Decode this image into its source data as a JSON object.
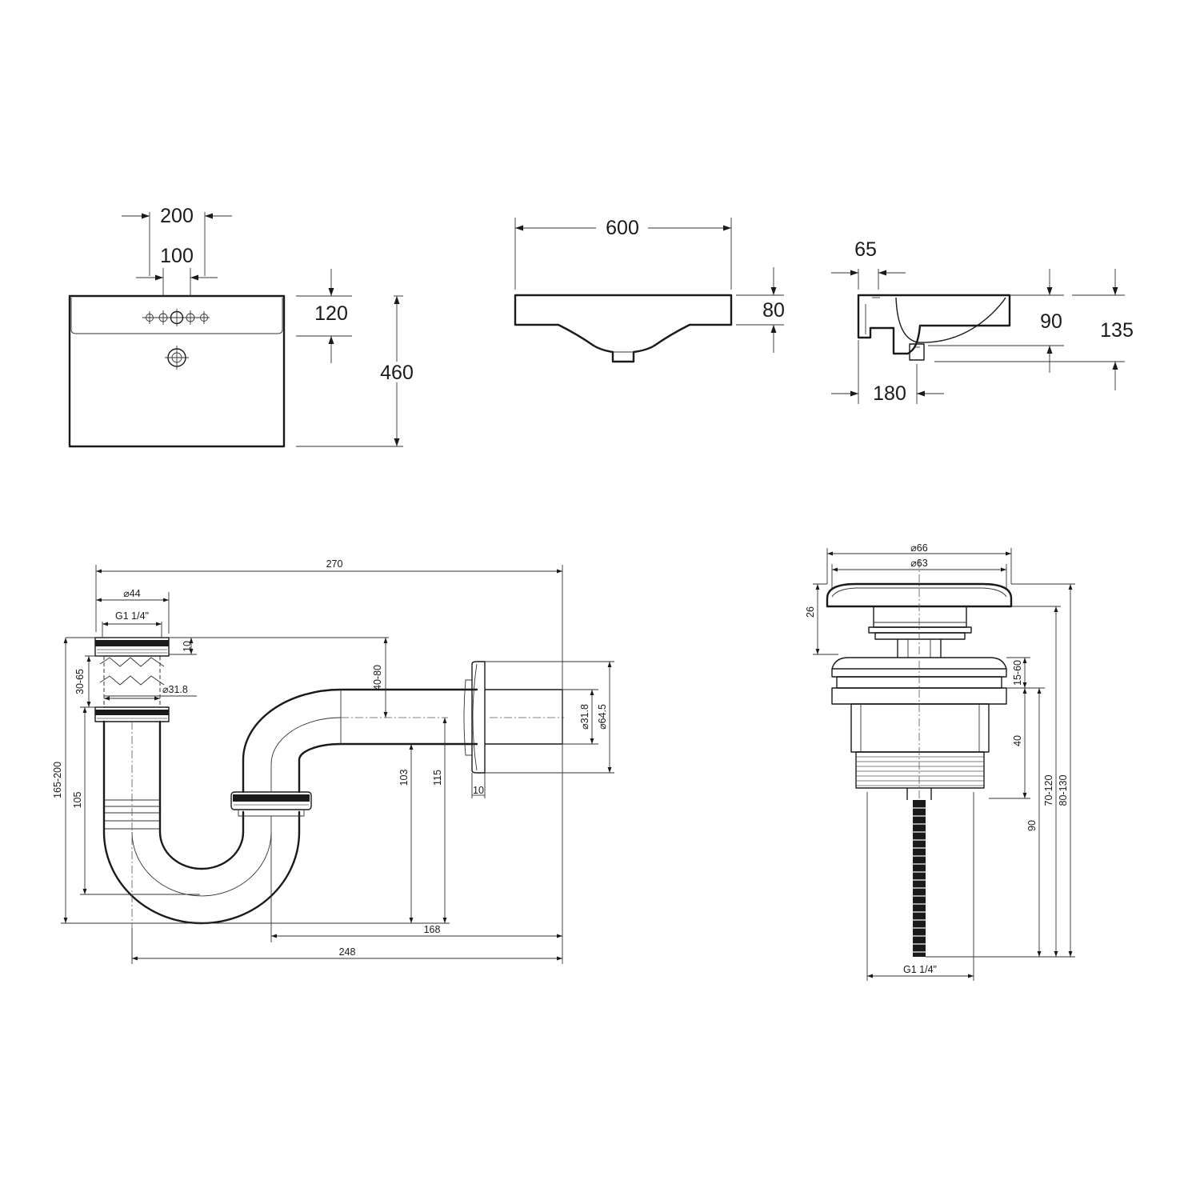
{
  "basin_top_view": {
    "faucet_spread": "200",
    "holes_spacing": "100",
    "deck_depth": "120",
    "depth": "460"
  },
  "basin_front_view": {
    "width": "600",
    "rim_height": "80"
  },
  "basin_side_view": {
    "wall_offset": "65",
    "drain_offset": "180",
    "bowl_depth": "90",
    "total_height": "135"
  },
  "siphon": {
    "total_width": "270",
    "nut_diameter": "⌀44",
    "thread": "G1 1/4\"",
    "nut_height": "10",
    "tail_adjust": "30-65",
    "tube_diameter": "⌀31.8",
    "overall_height": "165-200",
    "inlet_height": "105",
    "trap_drop": "40-80",
    "outlet_height_inner": "103",
    "outlet_height_outer": "115",
    "flange_thickness": "10",
    "outlet_tube_diameter": "⌀31.8",
    "flange_diameter": "⌀64.5",
    "outlet_length": "168",
    "total_length": "248"
  },
  "drain_valve": {
    "cap_outer": "⌀66",
    "cap_inner": "⌀63",
    "cap_height": "26",
    "body_adjust": "15-60",
    "thread_length": "40",
    "stem_length": "90",
    "range_inner": "70-120",
    "range_outer": "80-130",
    "thread": "G1 1/4\""
  }
}
